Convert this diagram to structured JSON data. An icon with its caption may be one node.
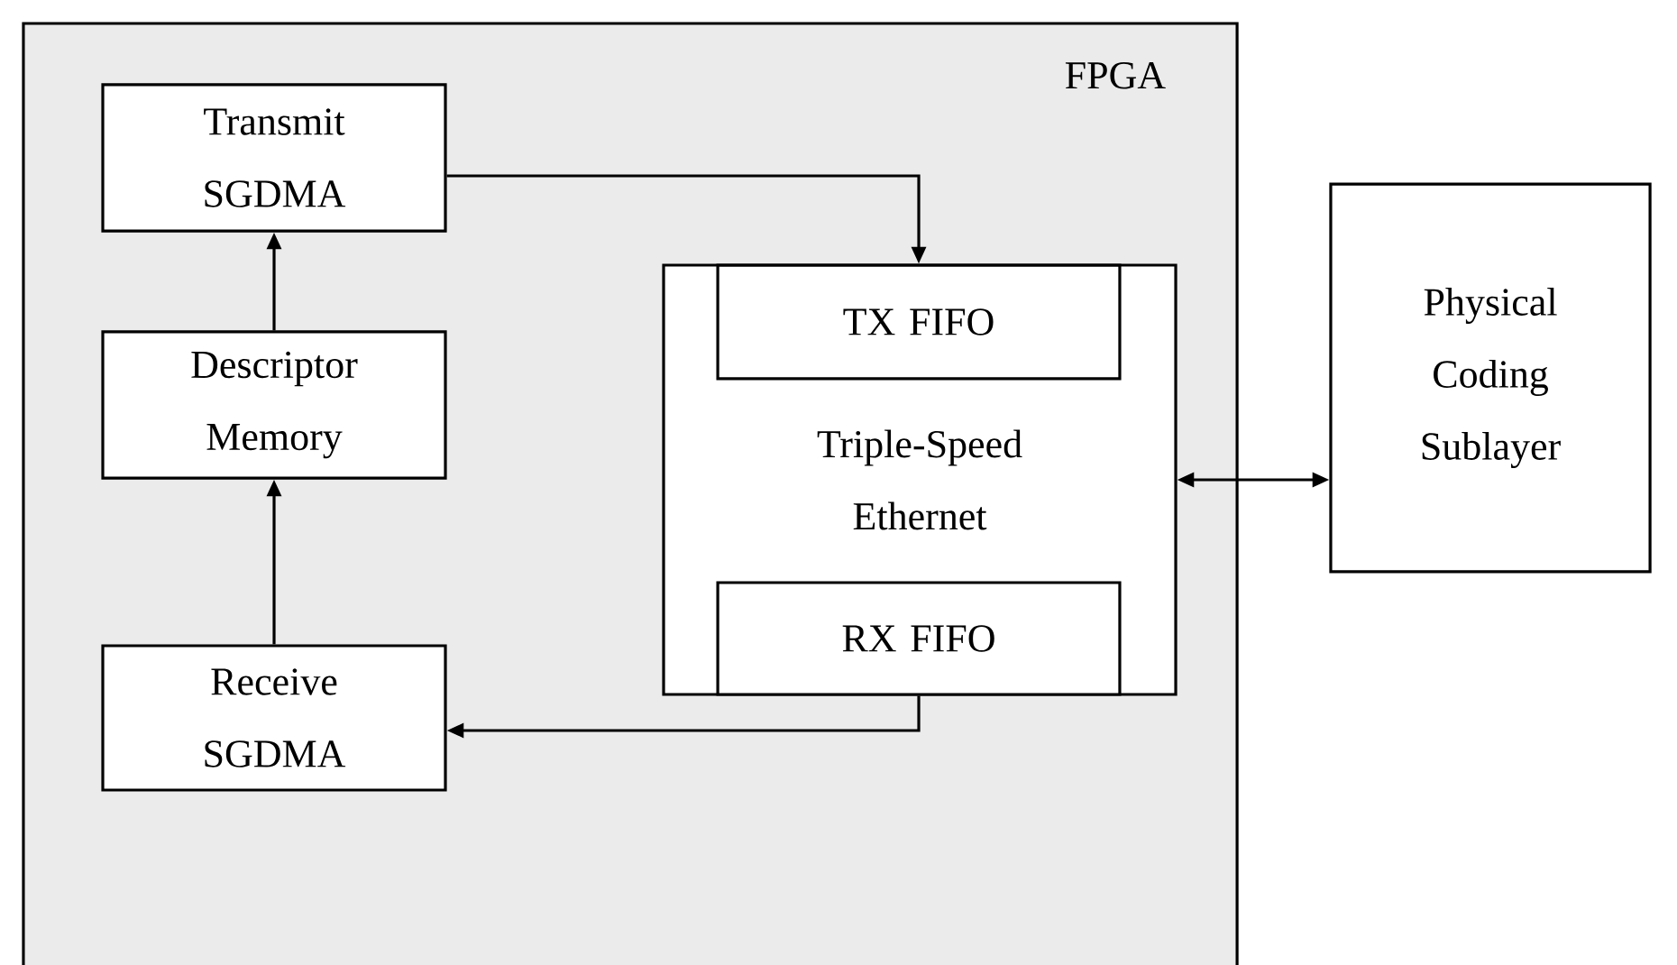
{
  "diagram": {
    "nodes": [
      {
        "text": [
          "FPGA"
        ]
      },
      {
        "text": [
          "Transmit SGDMA"
        ],
        "in": 0
      },
      {
        "text": [
          "Descriptor Memory"
        ],
        "in": 0
      },
      {
        "text": [
          "Receive SGDMA"
        ],
        "in": 0
      },
      {
        "text": [
          "Triple-Speed Ethernet"
        ],
        "in": 0
      },
      {
        "text": [
          "TX FIFO"
        ],
        "in": 4
      },
      {
        "text": [
          "RX FIFO"
        ],
        "in": 4
      },
      {
        "text": [
          "Physical Coding Sublayer"
        ]
      }
    ],
    "edges": [
      {
        "from": 1,
        "to": 5,
        "arrow": "to"
      },
      {
        "from": 2,
        "to": 1,
        "arrow": "to"
      },
      {
        "from": 3,
        "to": 2,
        "arrow": "to"
      },
      {
        "from": 6,
        "to": 3,
        "arrow": "to"
      },
      {
        "from": 4,
        "to": 7,
        "arrow": "both"
      }
    ]
  }
}
